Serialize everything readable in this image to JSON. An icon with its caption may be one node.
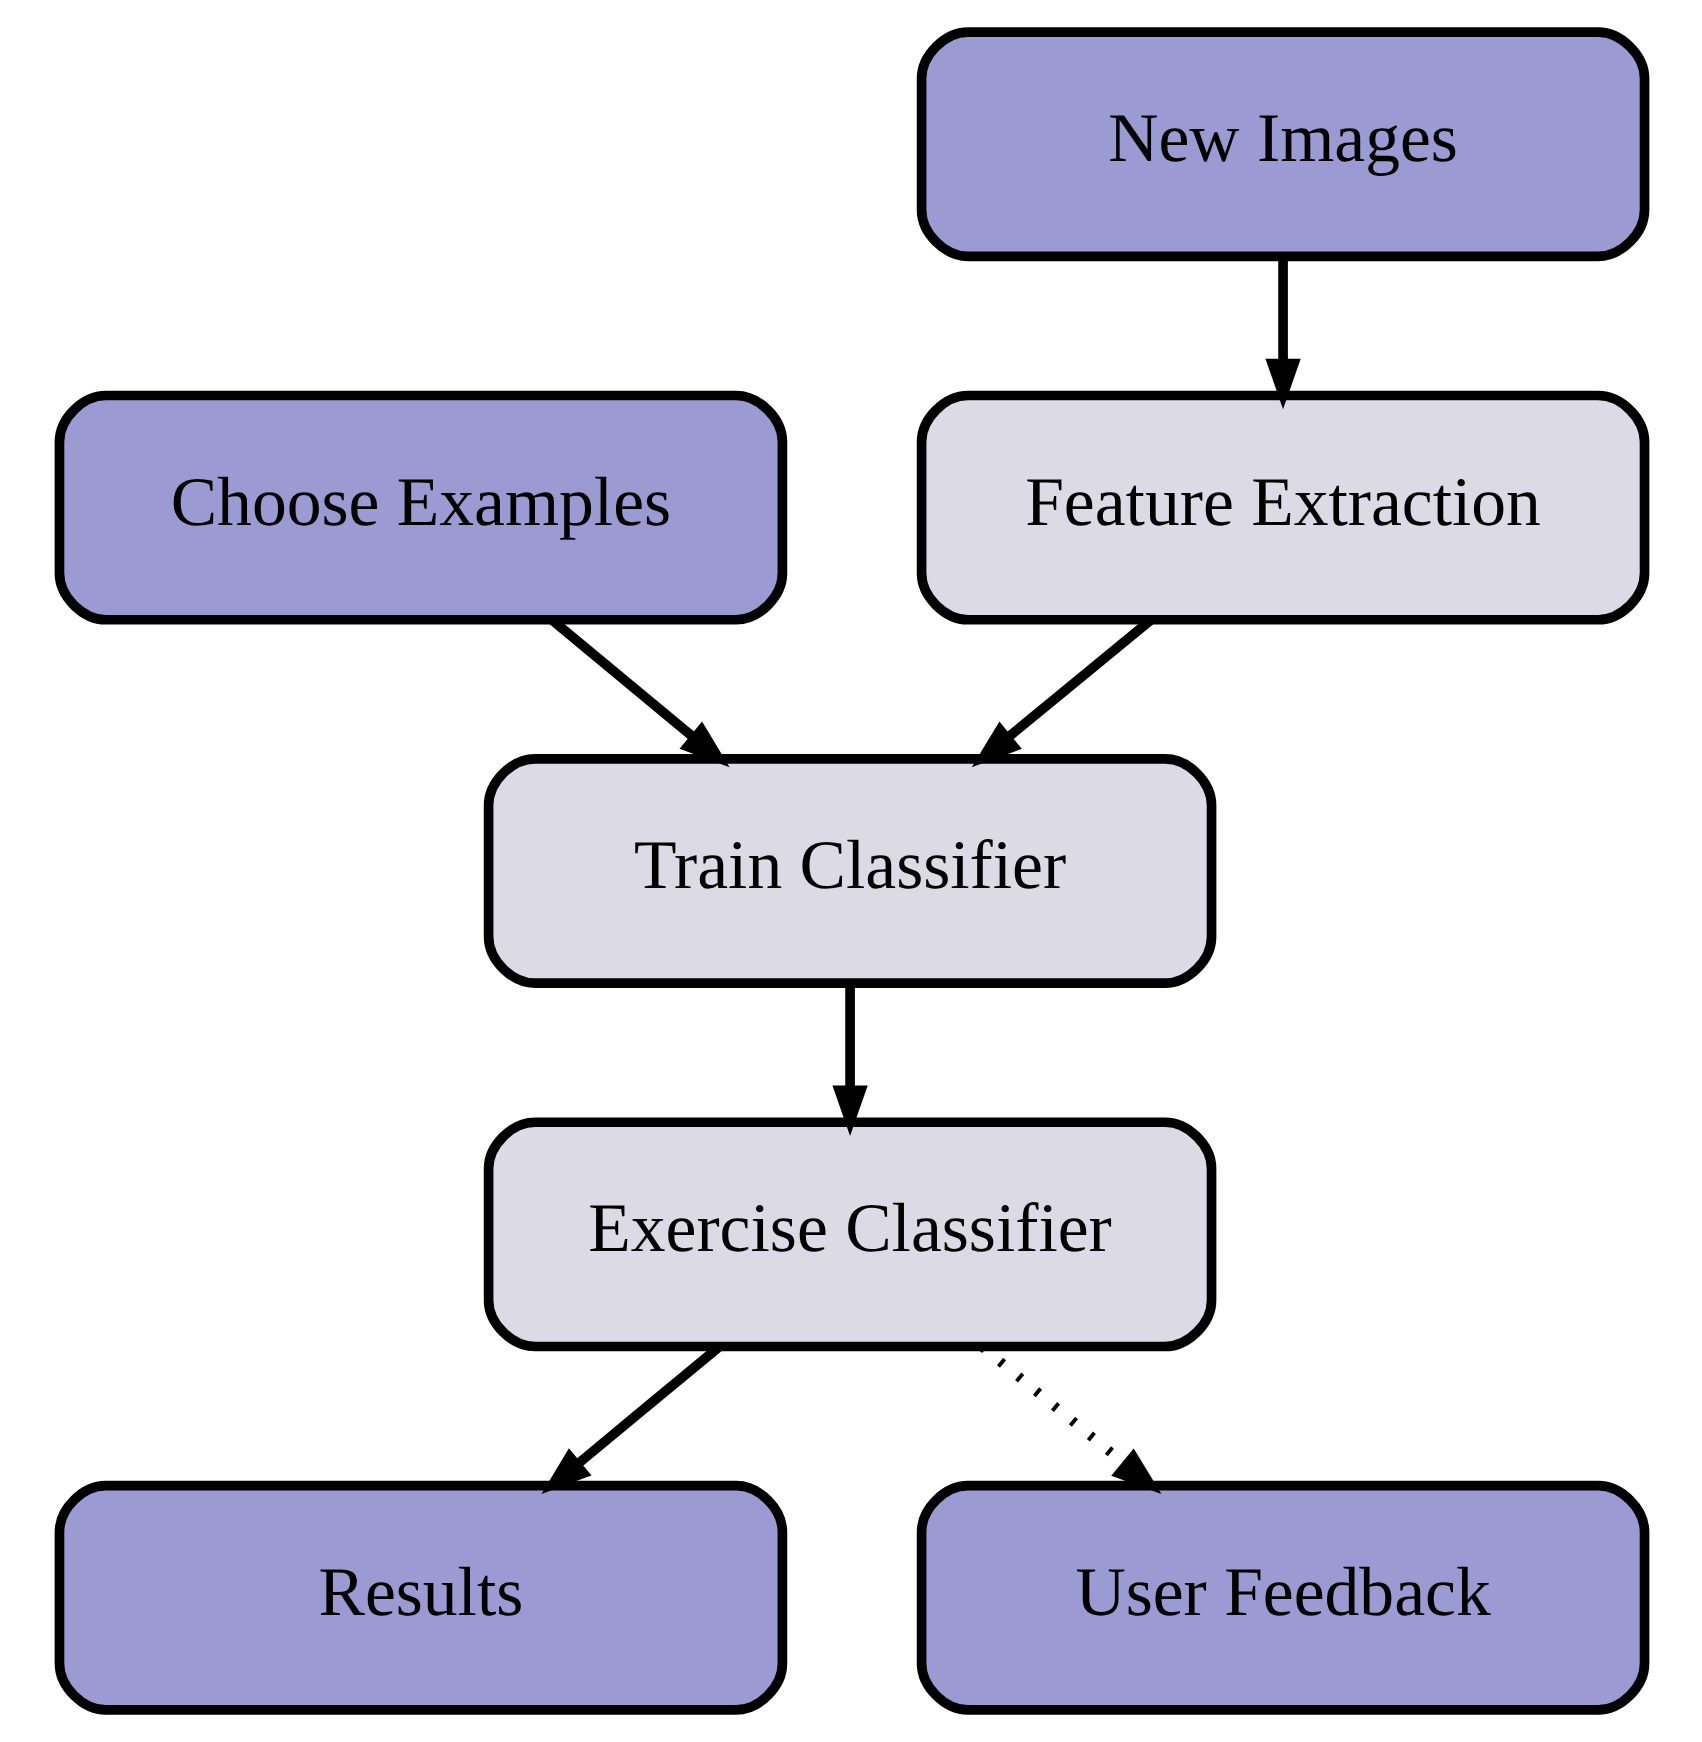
{
  "diagram": {
    "nodes": [
      {
        "text": [
          "New Images"
        ]
      },
      {
        "text": [
          "Choose Examples"
        ]
      },
      {
        "text": [
          "Feature Extraction"
        ]
      },
      {
        "text": [
          "Train Classifier"
        ]
      },
      {
        "text": [
          "Exercise Classifier"
        ]
      },
      {
        "text": [
          "Results"
        ]
      },
      {
        "text": [
          "User Feedback"
        ]
      }
    ],
    "edges": [
      {
        "from": 0,
        "to": 2,
        "arrow": "to"
      },
      {
        "from": 1,
        "to": 3,
        "arrow": "to"
      },
      {
        "from": 2,
        "to": 3,
        "arrow": "to"
      },
      {
        "from": 3,
        "to": 4,
        "arrow": "to"
      },
      {
        "from": 4,
        "to": 5,
        "arrow": "to"
      },
      {
        "from": 4,
        "to": 6,
        "arrow": "to",
        "style": "dashed"
      }
    ]
  }
}
